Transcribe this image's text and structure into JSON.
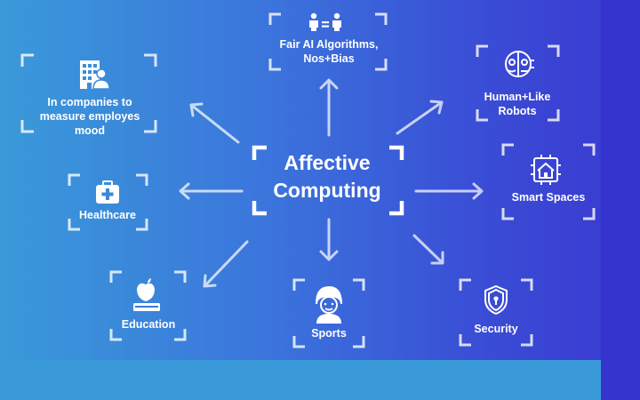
{
  "center": {
    "line1": "Affective",
    "line2": "Computing"
  },
  "nodes": [
    {
      "id": "fair-ai",
      "line1": "Fair AI Algorithms,",
      "line2": "Nos+Bias",
      "icon": "people-equality-icon"
    },
    {
      "id": "companies",
      "line1": "In companies to",
      "line2": "measure employes",
      "line3": "mood",
      "icon": "office-building-person-icon"
    },
    {
      "id": "robots",
      "line1": "Human+Like",
      "line2": "Robots",
      "icon": "robot-head-icon"
    },
    {
      "id": "healthcare",
      "line1": "Healthcare",
      "icon": "first-aid-kit-icon"
    },
    {
      "id": "smart-spaces",
      "line1": "Smart Spaces",
      "icon": "smart-home-icon"
    },
    {
      "id": "education",
      "line1": "Education",
      "icon": "apple-on-book-icon"
    },
    {
      "id": "sports",
      "line1": "Sports",
      "icon": "athlete-headband-icon"
    },
    {
      "id": "security",
      "line1": "Security",
      "icon": "shield-lock-icon"
    }
  ],
  "colors": {
    "gradient_start": "#3a9ad9",
    "gradient_end": "#3a3dd2",
    "stroke": "#ffffff"
  }
}
